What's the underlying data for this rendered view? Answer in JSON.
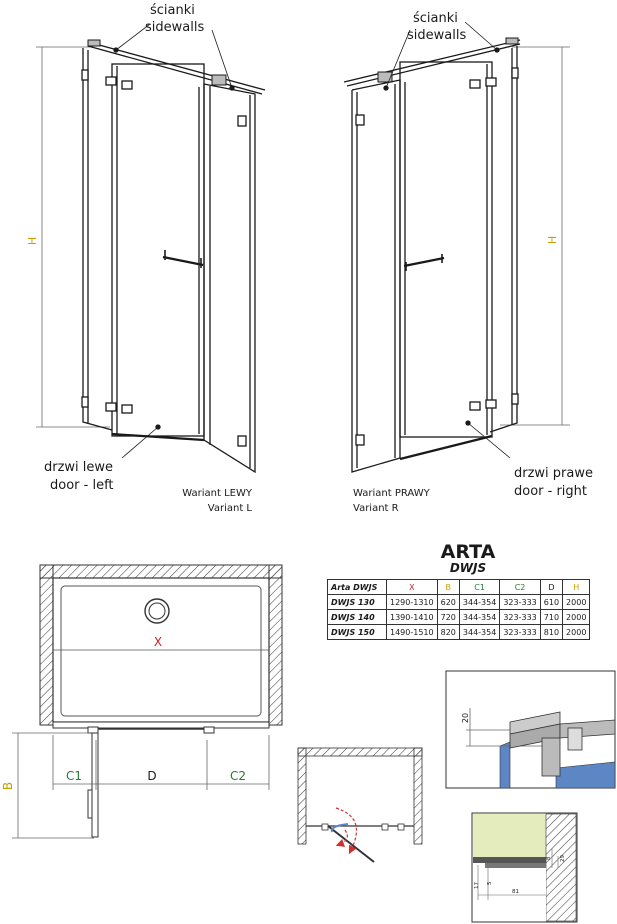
{
  "top": {
    "left_label_pl": "ścianki",
    "left_label_en": "sidewalls",
    "right_label_pl": "ścianki",
    "right_label_en": "sidewalls",
    "height_label_left": "H",
    "height_label_right": "H",
    "door_left_pl": "drzwi lewe",
    "door_left_en": "door - left",
    "door_right_pl": "drzwi prawe",
    "door_right_en": "door - right",
    "variant_left_pl": "Wariant LEWY",
    "variant_left_en": "Variant L",
    "variant_right_pl": "Wariant PRAWY",
    "variant_right_en": "Variant R"
  },
  "plan": {
    "x_label": "X",
    "b_label": "B",
    "c1_label": "C1",
    "d_label": "D",
    "c2_label": "C2"
  },
  "product": {
    "name": "ARTA",
    "model": "DWJS"
  },
  "spec_table": {
    "header": [
      "Arta DWJS",
      "X",
      "B",
      "C1",
      "C2",
      "D",
      "H"
    ],
    "rows": [
      [
        "DWJS 130",
        "1290-1310",
        "620",
        "344-354",
        "323-333",
        "610",
        "2000"
      ],
      [
        "DWJS 140",
        "1390-1410",
        "720",
        "344-354",
        "323-333",
        "710",
        "2000"
      ],
      [
        "DWJS 150",
        "1490-1510",
        "820",
        "344-354",
        "323-333",
        "810",
        "2000"
      ]
    ]
  },
  "detail": {
    "top_dim": "20",
    "bottom_dims": [
      "29",
      "8",
      "5",
      "81",
      "17"
    ]
  },
  "colors": {
    "line": "#1a1a1a",
    "dim": "#555555",
    "x_red": "#cc2222",
    "h_gold": "#c8a000",
    "c_green": "#2a7a3a",
    "glass_blue": "#5d86c4",
    "floor_green": "#e4ecbe",
    "arrow_red": "#d03030"
  }
}
